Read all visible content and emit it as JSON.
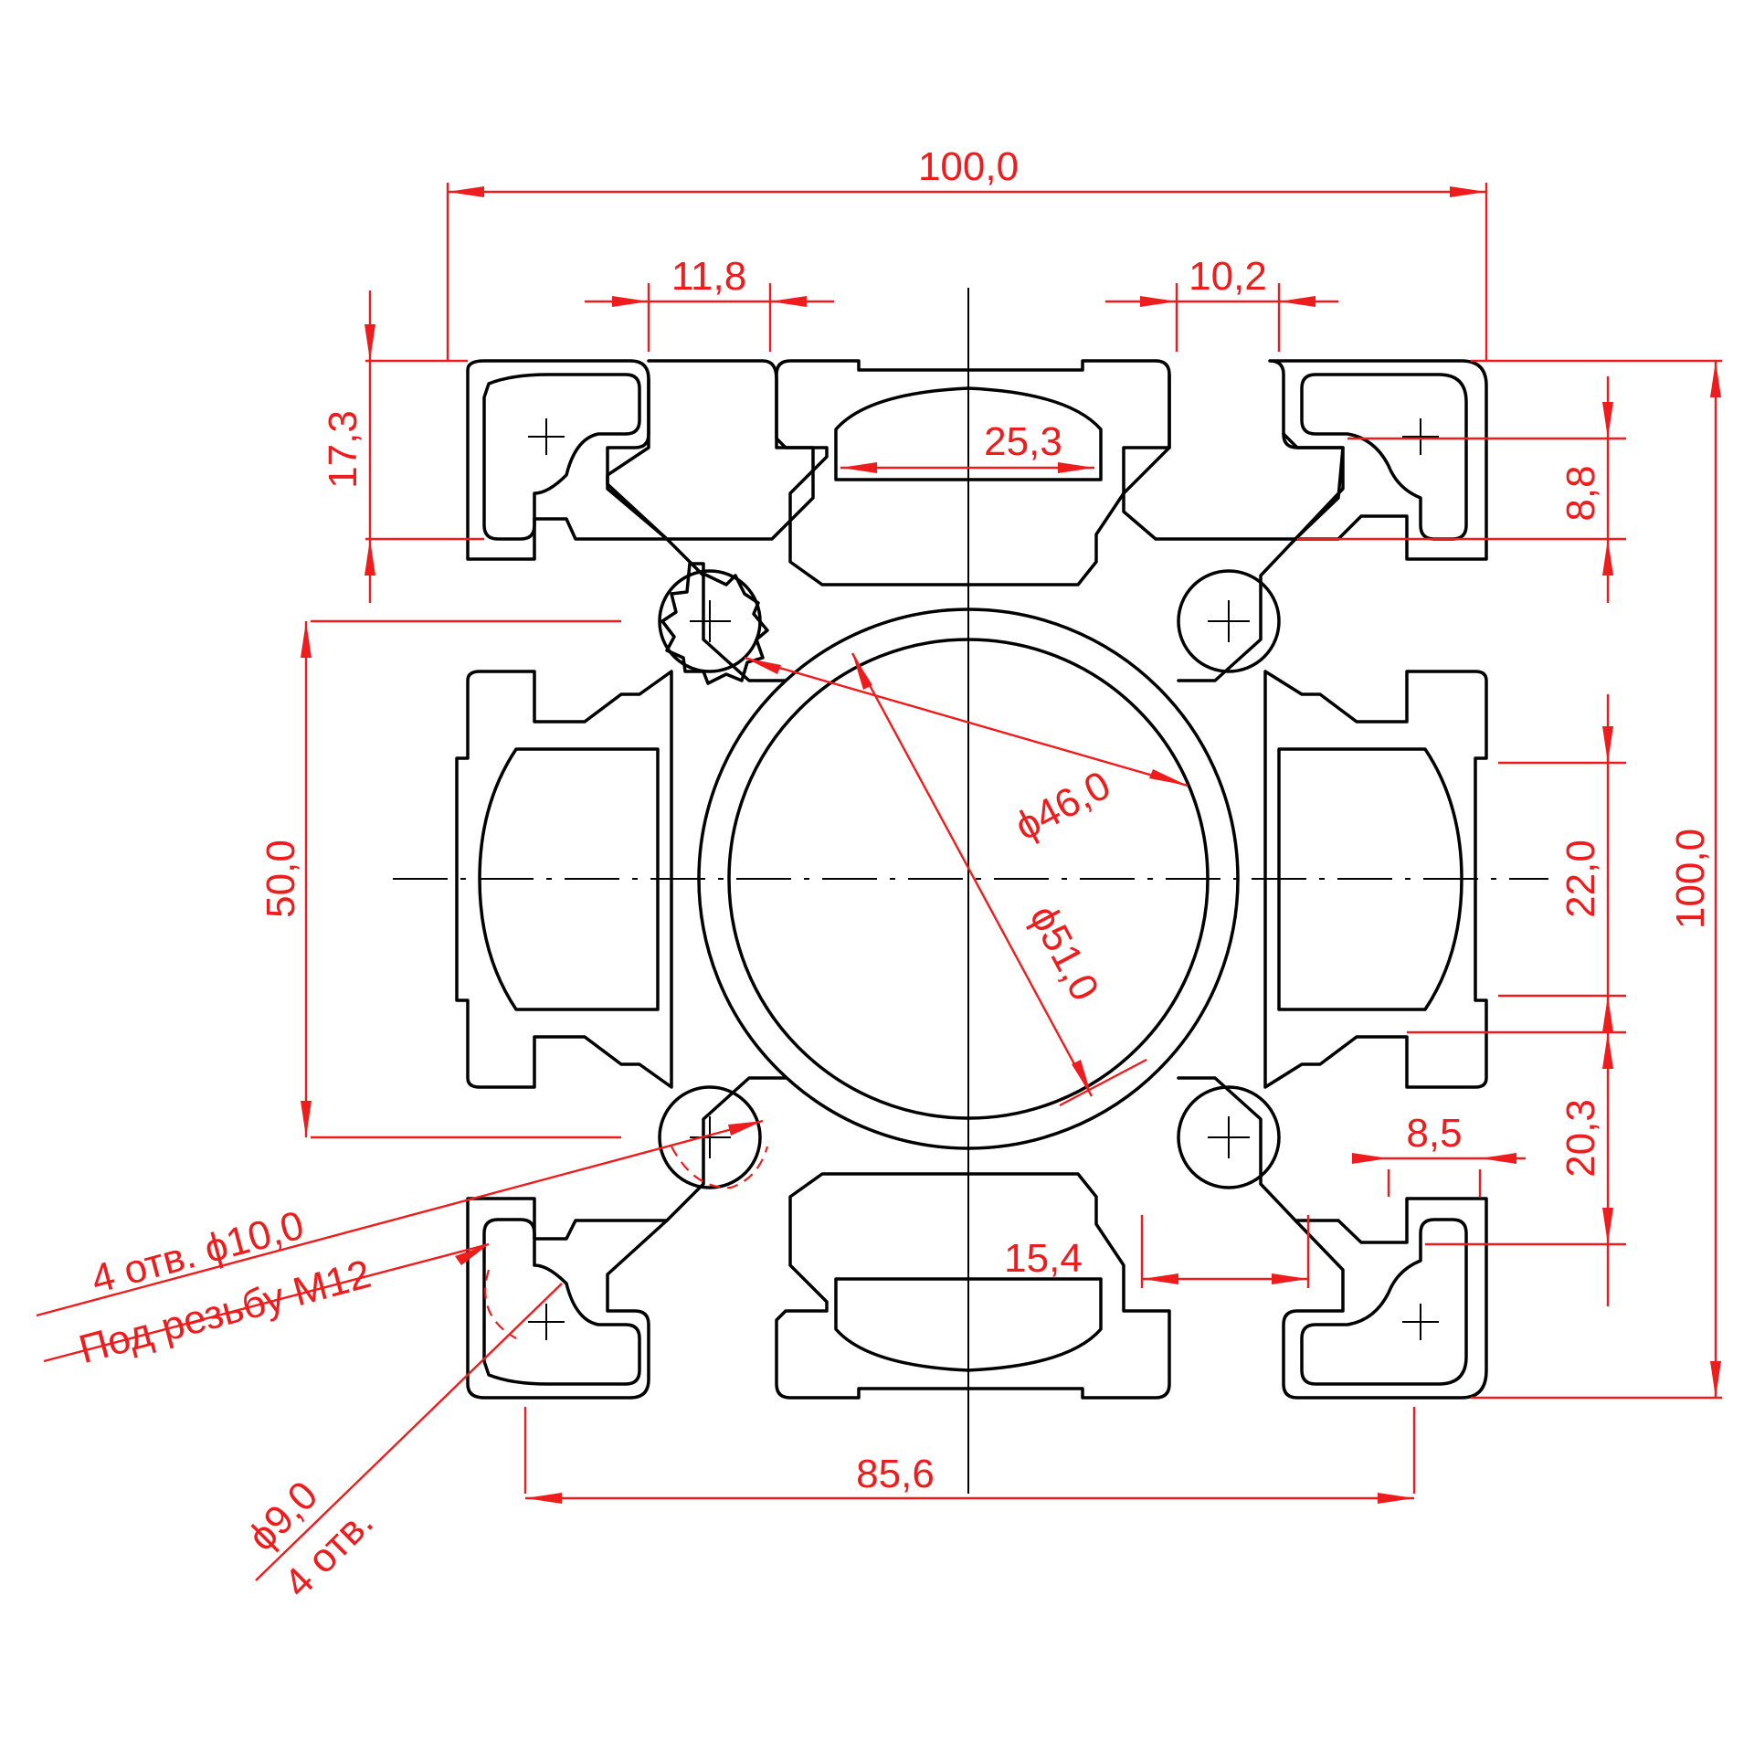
{
  "colors": {
    "outline": "#000000",
    "dimension": "#ee1c1c",
    "background": "#ffffff"
  },
  "dimensions": {
    "width_total": "100,0",
    "slot_left": "11,8",
    "slot_right": "10,2",
    "corner_height": "17,3",
    "bore_width": "25,3",
    "corner_channel": "8,8",
    "section_height": "50,0",
    "center_bore": "ϕ46,0",
    "outer_bore": "ϕ51,0",
    "side_opening": "22,0",
    "height_total": "100,0",
    "lower_slot": "20,3",
    "slot_width_small": "8,5",
    "slot_inner_width": "15,4",
    "hole_pitch": "85,6"
  },
  "notes": {
    "holes_10_line1": "4 отв.  ϕ10,0",
    "holes_10_line2": "Под резьбу М12",
    "holes_9_line1": "ϕ9,0",
    "holes_9_line2": "4 отв."
  }
}
